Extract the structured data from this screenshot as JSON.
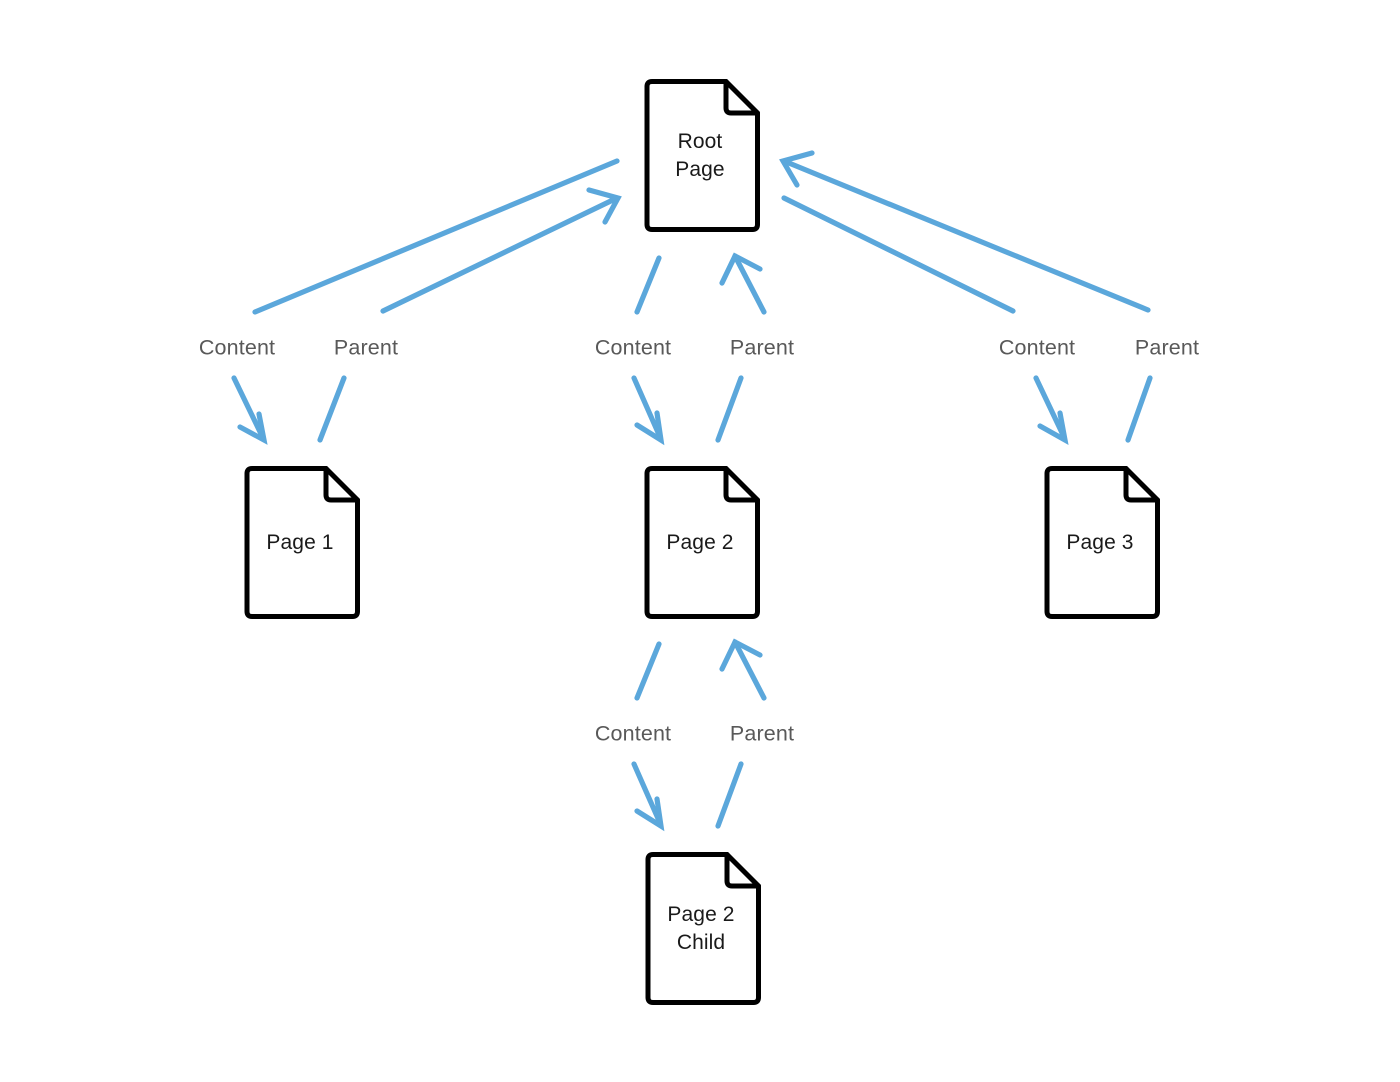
{
  "diagram": {
    "type": "relationship-graph",
    "background_color": "#ffffff",
    "node_stroke_color": "#000000",
    "node_fill_color": "#ffffff",
    "edge_color": "#5BA7DB",
    "edge_label_color": "#595959",
    "node_text_color": "#1a1a1a",
    "nodes": [
      {
        "id": "root",
        "label": "Root\nPage",
        "icon": "document-icon"
      },
      {
        "id": "page1",
        "label": "Page 1",
        "icon": "document-icon"
      },
      {
        "id": "page2",
        "label": "Page 2",
        "icon": "document-icon"
      },
      {
        "id": "page3",
        "label": "Page 3",
        "icon": "document-icon"
      },
      {
        "id": "page2child",
        "label": "Page 2\nChild",
        "icon": "document-icon"
      }
    ],
    "edge_labels": [
      {
        "id": "l1-content",
        "text": "Content",
        "from": "root",
        "to": "page1"
      },
      {
        "id": "l1-parent",
        "text": "Parent",
        "from": "page1",
        "to": "root"
      },
      {
        "id": "l2-content",
        "text": "Content",
        "from": "root",
        "to": "page2"
      },
      {
        "id": "l2-parent",
        "text": "Parent",
        "from": "page2",
        "to": "root"
      },
      {
        "id": "l3-content",
        "text": "Content",
        "from": "root",
        "to": "page3"
      },
      {
        "id": "l3-parent",
        "text": "Parent",
        "from": "page3",
        "to": "root"
      },
      {
        "id": "l4-content",
        "text": "Content",
        "from": "page2",
        "to": "page2child"
      },
      {
        "id": "l4-parent",
        "text": "Parent",
        "from": "page2child",
        "to": "page2"
      }
    ]
  }
}
